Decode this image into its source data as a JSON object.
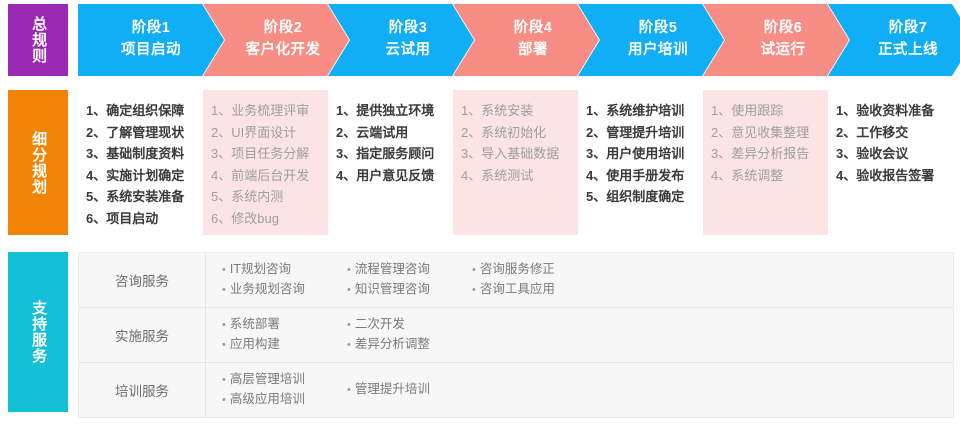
{
  "sidebar": {
    "items": [
      {
        "id": "overall-plan",
        "label": "总规则",
        "color": "#9B27B5"
      },
      {
        "id": "detailed-plan",
        "label": "细分规划",
        "color": "#F18404"
      },
      {
        "id": "support-service",
        "label": "支持服务",
        "color": "#14C0D8"
      }
    ]
  },
  "colors": {
    "blue": "#10AEF5",
    "salmon": "#F78D84",
    "pink_tint": "#FBE4E3",
    "purple": "#9B27B5",
    "orange": "#F18404",
    "cyan": "#14C0D8",
    "table_bg": "#F7F7F7"
  },
  "phases": [
    {
      "index": 1,
      "title": "阶段1",
      "subtitle": "项目启动",
      "tone": "blue"
    },
    {
      "index": 2,
      "title": "阶段2",
      "subtitle": "客户化开发",
      "tone": "salmon"
    },
    {
      "index": 3,
      "title": "阶段3",
      "subtitle": "云试用",
      "tone": "blue"
    },
    {
      "index": 4,
      "title": "阶段4",
      "subtitle": "部署",
      "tone": "salmon"
    },
    {
      "index": 5,
      "title": "阶段5",
      "subtitle": "用户培训",
      "tone": "blue"
    },
    {
      "index": 6,
      "title": "阶段6",
      "subtitle": "试运行",
      "tone": "salmon"
    },
    {
      "index": 7,
      "title": "阶段7",
      "subtitle": "正式上线",
      "tone": "blue"
    }
  ],
  "details": [
    {
      "phase": 1,
      "tone": "dark",
      "items": [
        "1、确定组织保障",
        "2、了解管理现状",
        "3、基础制度资料",
        "4、实施计划确定",
        "5、系统安装准备",
        "6、项目启动"
      ]
    },
    {
      "phase": 2,
      "tone": "light",
      "items": [
        "1、业务梳理评审",
        "2、UI界面设计",
        "3、项目任务分解",
        "4、前端后台开发",
        "5、系统内测",
        "6、修改bug"
      ]
    },
    {
      "phase": 3,
      "tone": "dark",
      "items": [
        "1、提供独立环境",
        "2、云端试用",
        "3、指定服务顾问",
        "4、用户意见反馈"
      ]
    },
    {
      "phase": 4,
      "tone": "light",
      "items": [
        "1、系统安装",
        "2、系统初始化",
        "3、导入基础数据",
        "4、系统测试"
      ]
    },
    {
      "phase": 5,
      "tone": "dark",
      "items": [
        "1、系统维护培训",
        "2、管理提升培训",
        "3、用户使用培训",
        "4、使用手册发布",
        "5、组织制度确定"
      ]
    },
    {
      "phase": 6,
      "tone": "light",
      "items": [
        "1、使用跟踪",
        "2、意见收集整理",
        "3、差异分析报告",
        "4、系统调整"
      ]
    },
    {
      "phase": 7,
      "tone": "dark",
      "items": [
        "1、验收资料准备",
        "2、工作移交",
        "3、验收会议",
        "4、验收报告签署"
      ]
    }
  ],
  "support": {
    "rows": [
      {
        "category": "咨询服务",
        "groups": [
          [
            "IT规划咨询",
            "业务规划咨询"
          ],
          [
            "流程管理咨询",
            "知识管理咨询"
          ],
          [
            "咨询服务修正",
            "咨询工具应用"
          ]
        ]
      },
      {
        "category": "实施服务",
        "groups": [
          [
            "系统部署",
            "应用构建"
          ],
          [
            "二次开发",
            "差异分析调整"
          ],
          []
        ]
      },
      {
        "category": "培训服务",
        "groups": [
          [
            "高层管理培训",
            "高级应用培训"
          ],
          [
            "管理提升培训"
          ],
          []
        ]
      }
    ],
    "bullet": "•"
  }
}
